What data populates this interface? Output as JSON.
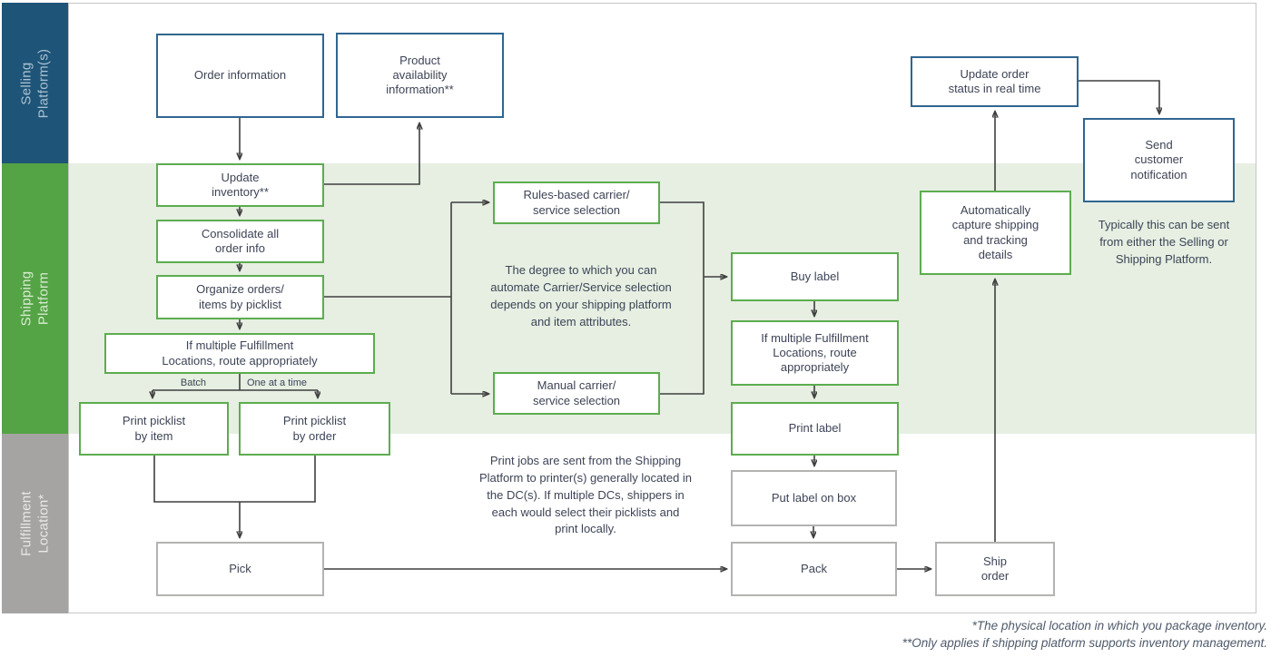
{
  "colors": {
    "selling_lane": "#1e5477",
    "shipping_lane": "#54a345",
    "fulfillment_lane": "#a6a4a2",
    "shipping_band": "#e6efe2",
    "blue_box_border": "#2f6690",
    "green_box_border": "#5cad4e",
    "gray_box_border": "#b3b3b1",
    "connector": "#3f3f3f",
    "text": "#3d4456"
  },
  "lanes": {
    "selling": {
      "label": "Selling\nPlatform(s)"
    },
    "shipping": {
      "label": "Shipping\nPlatform"
    },
    "fulfillment": {
      "label": "Fulfillment\nLocation*"
    }
  },
  "nodes": {
    "order_information": {
      "label": "Order information",
      "type": "blue"
    },
    "product_availability": {
      "label": "Product\navailability\ninformation**",
      "type": "blue"
    },
    "update_inventory": {
      "label": "Update\ninventory**",
      "type": "green"
    },
    "consolidate_order_info": {
      "label": "Consolidate all\norder info",
      "type": "green"
    },
    "organize_orders": {
      "label": "Organize orders/\nitems by picklist",
      "type": "green"
    },
    "route_appropriately_1": {
      "label": "If multiple Fulfillment\nLocations, route appropriately",
      "type": "green"
    },
    "print_picklist_by_item": {
      "label": "Print picklist\nby item",
      "type": "green"
    },
    "print_picklist_by_order": {
      "label": "Print picklist\nby order",
      "type": "green"
    },
    "rules_based_selection": {
      "label": "Rules-based carrier/\nservice selection",
      "type": "green"
    },
    "manual_selection": {
      "label": "Manual carrier/\nservice selection",
      "type": "green"
    },
    "buy_label": {
      "label": "Buy label",
      "type": "green"
    },
    "route_appropriately_2": {
      "label": "If multiple Fulfillment\nLocations, route\nappropriately",
      "type": "green"
    },
    "print_label": {
      "label": "Print label",
      "type": "green"
    },
    "put_label_on_box": {
      "label": "Put label on box",
      "type": "gray"
    },
    "pick": {
      "label": "Pick",
      "type": "gray"
    },
    "pack": {
      "label": "Pack",
      "type": "gray"
    },
    "ship_order": {
      "label": "Ship\norder",
      "type": "gray"
    },
    "auto_capture": {
      "label": "Automatically\ncapture shipping\nand tracking\ndetails",
      "type": "green"
    },
    "update_order_status": {
      "label": "Update order\nstatus in real time",
      "type": "blue"
    },
    "send_customer_notification": {
      "label": "Send\ncustomer\nnotification",
      "type": "blue"
    }
  },
  "edge_labels": {
    "batch": "Batch",
    "one_at_a_time": "One at a time"
  },
  "edges": [
    {
      "from": "order_information",
      "to": "update_inventory"
    },
    {
      "from": "update_inventory",
      "to": "product_availability"
    },
    {
      "from": "update_inventory",
      "to": "consolidate_order_info"
    },
    {
      "from": "consolidate_order_info",
      "to": "organize_orders"
    },
    {
      "from": "organize_orders",
      "to": "route_appropriately_1"
    },
    {
      "from": "route_appropriately_1",
      "to": "print_picklist_by_item",
      "label": "Batch"
    },
    {
      "from": "route_appropriately_1",
      "to": "print_picklist_by_order",
      "label": "One at a time"
    },
    {
      "from": "print_picklist_by_item",
      "to": "pick"
    },
    {
      "from": "print_picklist_by_order",
      "to": "pick"
    },
    {
      "from": "organize_orders",
      "to": "rules_based_selection"
    },
    {
      "from": "organize_orders",
      "to": "manual_selection"
    },
    {
      "from": "rules_based_selection",
      "to": "buy_label"
    },
    {
      "from": "manual_selection",
      "to": "buy_label"
    },
    {
      "from": "buy_label",
      "to": "route_appropriately_2"
    },
    {
      "from": "route_appropriately_2",
      "to": "print_label"
    },
    {
      "from": "print_label",
      "to": "put_label_on_box"
    },
    {
      "from": "put_label_on_box",
      "to": "pack"
    },
    {
      "from": "pick",
      "to": "pack"
    },
    {
      "from": "pack",
      "to": "ship_order"
    },
    {
      "from": "ship_order",
      "to": "auto_capture"
    },
    {
      "from": "auto_capture",
      "to": "update_order_status"
    },
    {
      "from": "update_order_status",
      "to": "send_customer_notification"
    }
  ],
  "annotations": {
    "carrier_selection": "The degree to which you can\nautomate Carrier/Service selection\ndepends on your shipping platform\nand item attributes.",
    "print_jobs": "Print jobs are sent from the Shipping\nPlatform to printer(s) generally located in\nthe DC(s). If multiple DCs, shippers in\neach would select their picklists and\nprint locally.",
    "typically_sent": "Typically this can be sent\nfrom either the Selling or\nShipping Platform."
  },
  "footnotes": {
    "line1": "*The physical location in which you package inventory.",
    "line2": "**Only applies if shipping platform supports inventory management."
  }
}
